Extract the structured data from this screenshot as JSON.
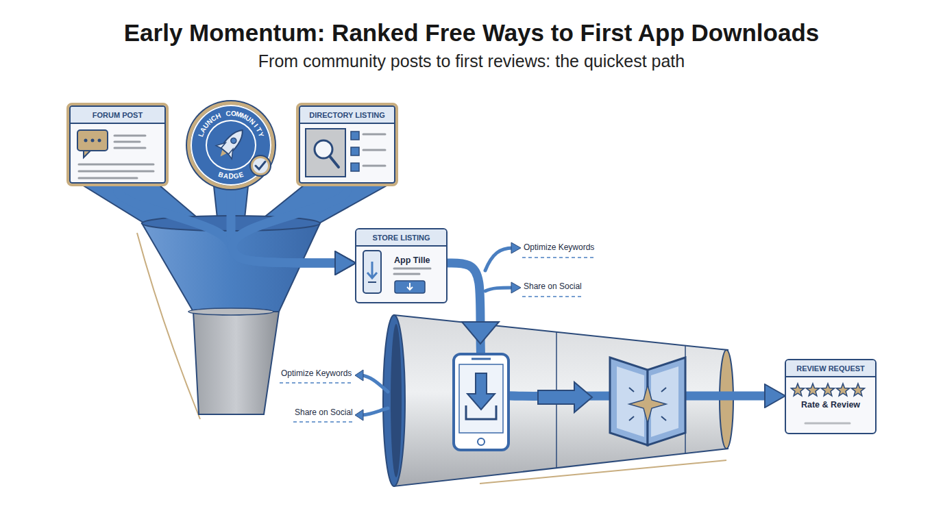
{
  "diagram": {
    "title": "Early Momentum: Ranked Free Ways to First App Downloads",
    "caption": "From community posts to first reviews: the quickest path",
    "nodes": [
      {
        "text": [
          "FORUM POST"
        ]
      },
      {
        "text": [
          "LAUNCH COMMUNITY",
          "BADGE"
        ]
      },
      {
        "text": [
          "DIRECTORY LISTING"
        ]
      },
      {
        "text": [
          "STORE LISTING",
          "App Tille"
        ]
      },
      {
        "text": [
          "REVIEW REQUEST",
          "Rate & Review"
        ]
      }
    ],
    "edges": [
      {
        "from": 0,
        "to": 3,
        "arrow": "to"
      },
      {
        "from": 1,
        "to": 3,
        "arrow": "to"
      },
      {
        "from": 2,
        "to": 3,
        "arrow": "to"
      },
      {
        "from": 3,
        "to": 4,
        "arrow": "to"
      }
    ],
    "labels": [
      "Optimize Keywords",
      "Share on Social",
      "Optimize Keywords",
      "Share on Social"
    ]
  }
}
